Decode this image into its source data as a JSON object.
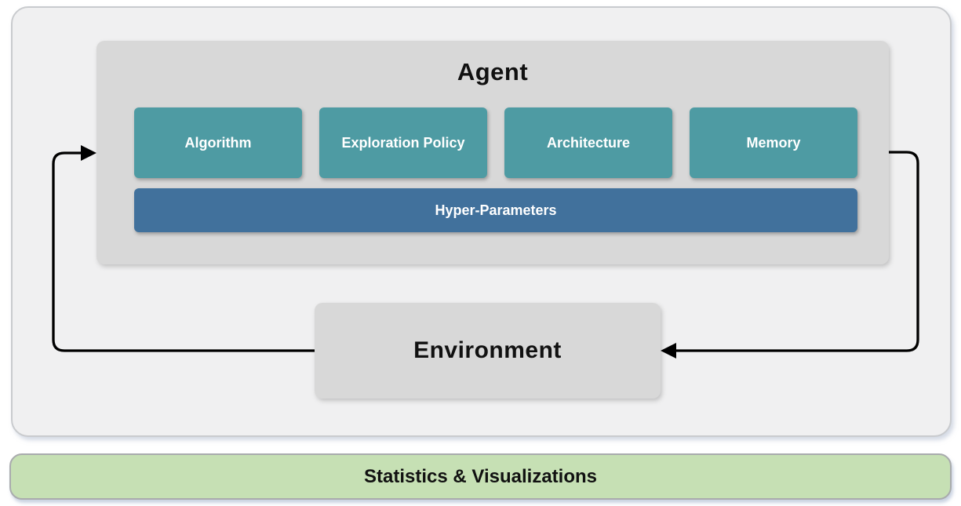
{
  "agent": {
    "title": "Agent",
    "modules": [
      {
        "label": "Algorithm"
      },
      {
        "label": "Exploration Policy"
      },
      {
        "label": "Architecture"
      },
      {
        "label": "Memory"
      }
    ],
    "hyper_parameters": {
      "label": "Hyper-Parameters"
    }
  },
  "environment": {
    "title": "Environment"
  },
  "footer": {
    "title": "Statistics & Visualizations"
  },
  "colors": {
    "module_fill": "#4E9BA3",
    "hyper_fill": "#41719C",
    "panel_fill": "#D8D8D8",
    "outer_fill": "#F0F0F1",
    "outer_border": "#C9CBCE",
    "footer_fill": "#C6E0B4",
    "footer_border": "#A9ABAD",
    "arrow": "#000000"
  }
}
